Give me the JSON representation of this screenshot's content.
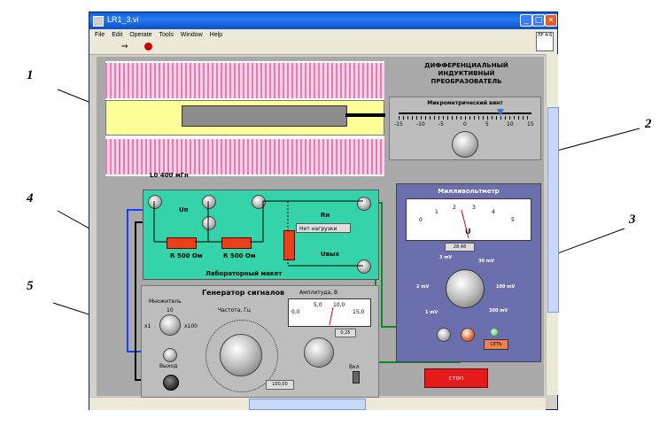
{
  "window": {
    "title": "LR1_3.vi",
    "menu": [
      "File",
      "Edit",
      "Operate",
      "Tools",
      "Window",
      "Help"
    ],
    "icon_text": "ЛР 4-6"
  },
  "callouts": [
    "1",
    "2",
    "3",
    "4",
    "5"
  ],
  "coil": {
    "label": "L0 400 мГн"
  },
  "transducer": {
    "title_line1": "ДИФФЕРЕНЦИАЛЬНЫЙ",
    "title_line2": "ИНДУКТИВНЫЙ",
    "title_line3": "ПРЕОБРАЗОВАТЕЛЬ",
    "micrometer_label": "Микрометрический винт",
    "scale": [
      "-15",
      "-10",
      "-5",
      "0",
      "5",
      "10",
      "15"
    ],
    "slider_value": 8
  },
  "board": {
    "label_un": "Uп",
    "label_rn": "Rн",
    "load_select": "Нет нагрузки",
    "r1": "R  500 Ом",
    "r2": "R  500 Ом",
    "label_uout": "Uвых",
    "label_board": "Лабораторный макет"
  },
  "generator": {
    "title": "Генератор сигналов",
    "multiplier_label": "Множитель",
    "multiplier_value": "10",
    "multiplier_left": "x1",
    "multiplier_right": "x100",
    "freq_label": "Частота, Гц",
    "freq_readout": "100,00",
    "amp_label": "Амплитуда, В",
    "amp_scale": [
      "0,0",
      "5,0",
      "10,0",
      "15,0"
    ],
    "amp_readout": "0,25",
    "output_label": "Выход",
    "power_label": "Вкл"
  },
  "millivoltmeter": {
    "title": "Милливольтметр",
    "meter_scale": [
      "0",
      "1",
      "2",
      "3",
      "4",
      "5"
    ],
    "meter_unit": "U",
    "readout": "28,48",
    "ranges": [
      "3 mV",
      "30 mV",
      "2 mV",
      "100 mV",
      "1 mV",
      "300 mV"
    ],
    "set_label": "СЕТЬ"
  },
  "stop_label": "стоп"
}
